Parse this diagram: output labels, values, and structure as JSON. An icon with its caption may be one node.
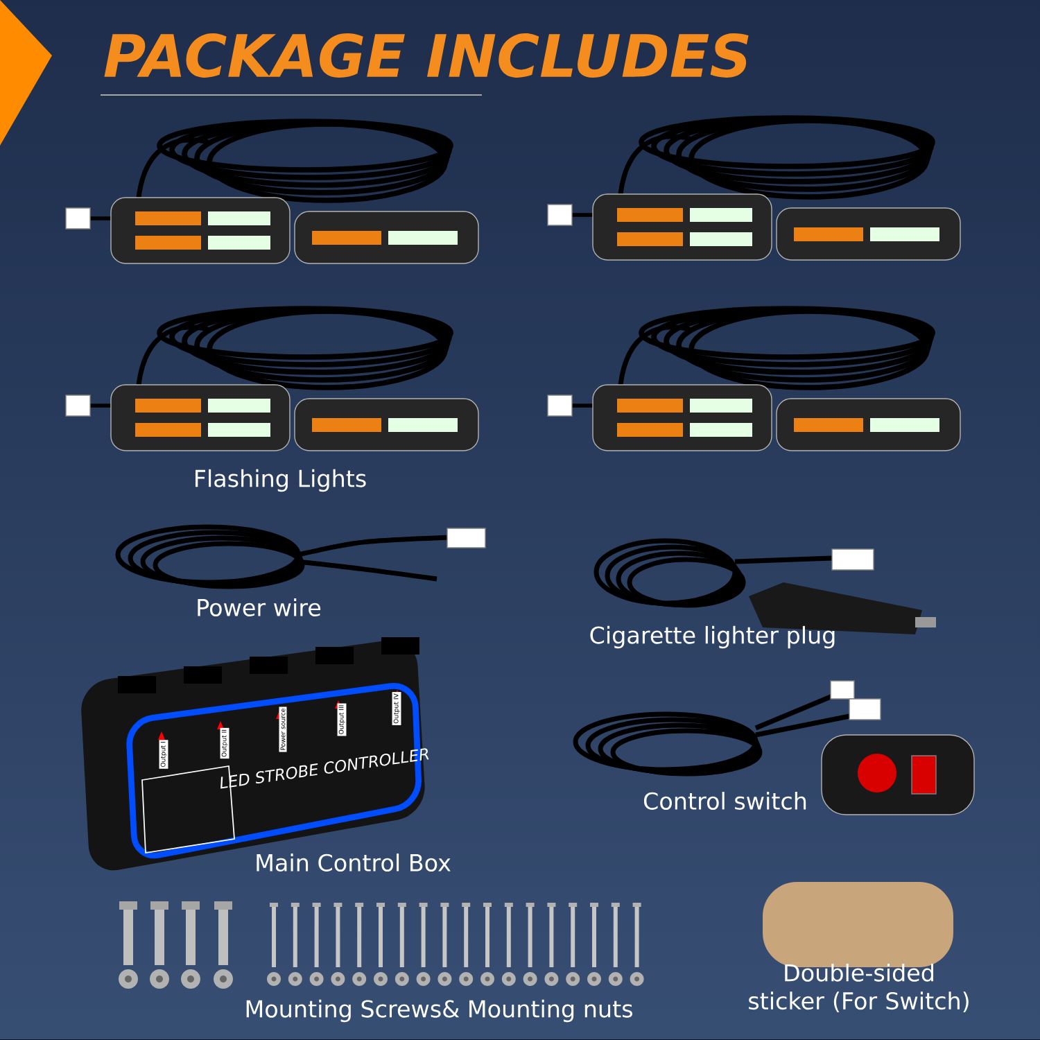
{
  "diagram": {
    "title": "PACKAGE INCLUDES",
    "labels": [
      "Flashing Lights",
      "Power wire",
      "Cigarette lighter plug",
      "Output I",
      "Output II",
      "Power source",
      "Output III",
      "Output IV",
      "LED STROBE CONTROLLER",
      "Control switch",
      "Main Control Box",
      "Double-sided sticker (For Switch)",
      "Mounting Screws& Mounting nuts"
    ]
  }
}
